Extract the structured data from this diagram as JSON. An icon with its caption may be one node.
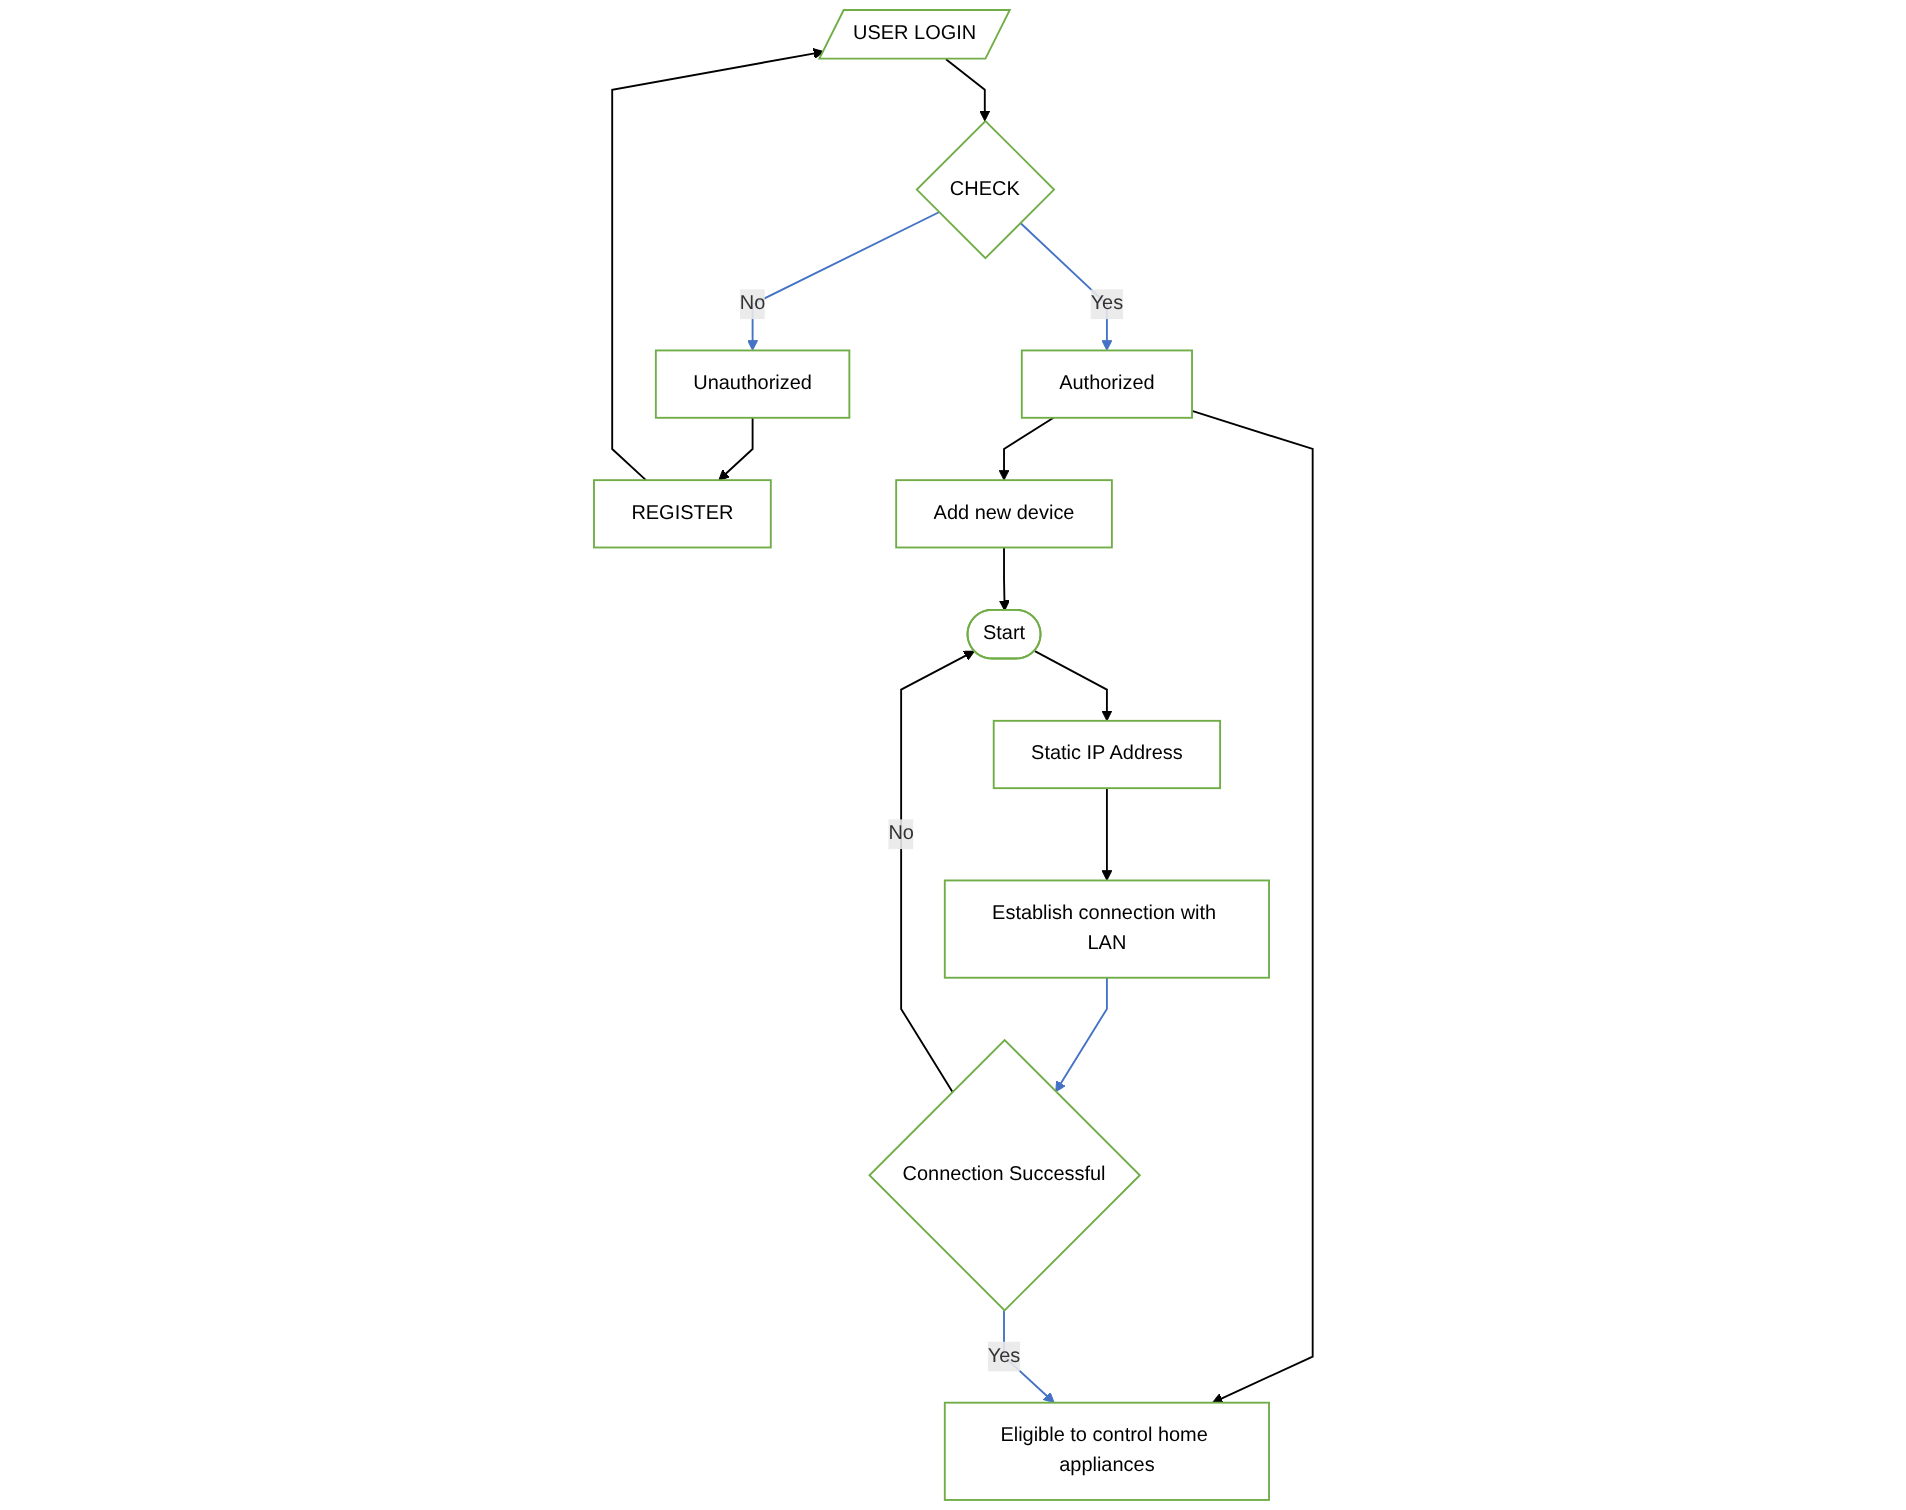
{
  "diagram": {
    "nodes": [
      {
        "text": [
          "USER LOGIN"
        ]
      },
      {
        "text": [
          "REGISTER"
        ]
      },
      {
        "text": [
          "CHECK"
        ]
      },
      {
        "text": [
          "Unauthorized"
        ]
      },
      {
        "text": [
          "Authorized"
        ]
      },
      {
        "text": [
          "Eligible to control home appliances"
        ]
      },
      {
        "text": [
          "Add new device"
        ]
      },
      {
        "text": [
          "Start"
        ]
      },
      {
        "text": [
          "Static IP Address"
        ]
      },
      {
        "text": [
          "Establish connection with LAN"
        ]
      },
      {
        "text": [
          "Connection Successful"
        ]
      }
    ],
    "edges": [
      {
        "from": 1,
        "to": 0,
        "arrow": "to"
      },
      {
        "from": 0,
        "to": 2,
        "arrow": "to"
      },
      {
        "from": 2,
        "to": 3,
        "arrow": "to",
        "label": "No",
        "color": "#4472c4"
      },
      {
        "from": 3,
        "to": 1,
        "arrow": "to"
      },
      {
        "from": 2,
        "to": 4,
        "arrow": "to",
        "label": "Yes",
        "color": "#4472c4"
      },
      {
        "from": 4,
        "to": 5,
        "arrow": "to"
      },
      {
        "from": 4,
        "to": 6,
        "arrow": "to"
      },
      {
        "from": 6,
        "to": 7,
        "arrow": "to"
      },
      {
        "from": 7,
        "to": 8,
        "arrow": "to"
      },
      {
        "from": 8,
        "to": 9,
        "arrow": "to"
      },
      {
        "from": 9,
        "to": 10,
        "arrow": "to",
        "color": "#4472c4"
      },
      {
        "from": 10,
        "to": 5,
        "arrow": "to",
        "label": "Yes",
        "color": "#4472c4"
      },
      {
        "from": 10,
        "to": 7,
        "arrow": "to",
        "label": "No"
      }
    ]
  }
}
